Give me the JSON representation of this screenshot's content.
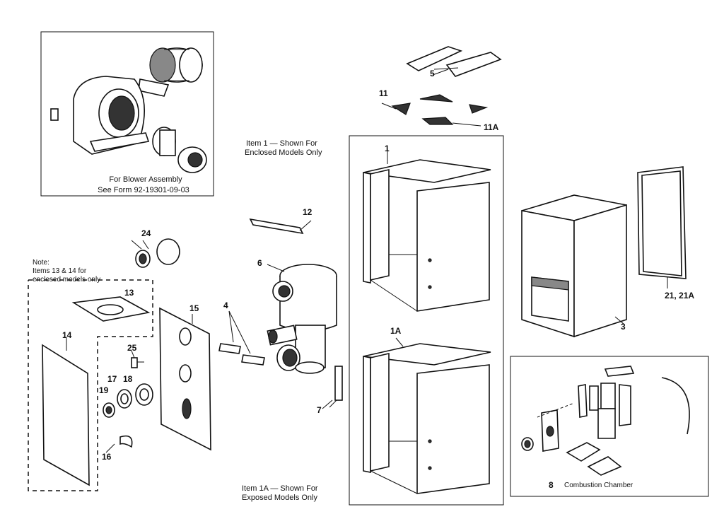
{
  "notes": {
    "blower_line1": "For Blower Assembly",
    "blower_line2": "See Form 92-19301-09-03",
    "item1_line1": "Item 1 — Shown For",
    "item1_line2": "Enclosed Models Only",
    "item1a_line1": "Item 1A — Shown For",
    "item1a_line2": "Exposed Models Only",
    "note_line1": "Note:",
    "note_line2": "Items 13 & 14 for",
    "note_line3": "enclosed models only",
    "combustion_label": "Combustion Chamber"
  },
  "callouts": {
    "c1": "1",
    "c1a": "1A",
    "c3": "3",
    "c4": "4",
    "c5": "5",
    "c6": "6",
    "c7": "7",
    "c8": "8",
    "c11": "11",
    "c11a": "11A",
    "c12": "12",
    "c13": "13",
    "c14": "14",
    "c15": "15",
    "c16": "16",
    "c17": "17",
    "c18": "18",
    "c19": "19",
    "c21": "21, 21A",
    "c24": "24",
    "c25": "25"
  }
}
